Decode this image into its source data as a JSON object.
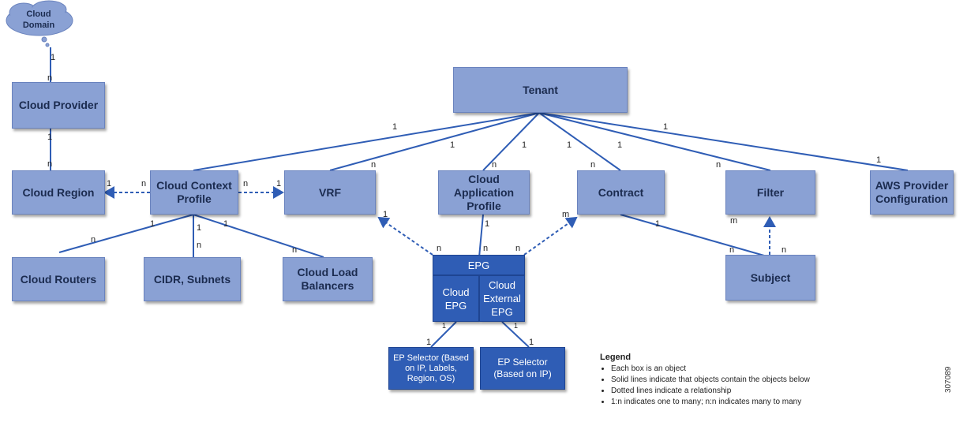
{
  "nodes": {
    "cloud_domain": "Cloud\nDomain",
    "cloud_provider": "Cloud Provider",
    "cloud_region": "Cloud Region",
    "tenant": "Tenant",
    "cloud_context_profile": "Cloud Context\nProfile",
    "vrf": "VRF",
    "cloud_application_profile": "Cloud\nApplication\nProfile",
    "contract": "Contract",
    "filter": "Filter",
    "aws_provider_configuration": "AWS Provider\nConfiguration",
    "cloud_routers": "Cloud Routers",
    "cidr_subnets": "CIDR, Subnets",
    "cloud_load_balancers": "Cloud Load\nBalancers",
    "epg": "EPG",
    "cloud_epg": "Cloud\nEPG",
    "cloud_external_epg": "Cloud\nExternal\nEPG",
    "subject": "Subject",
    "ep_selector_full": "EP Selector (Based\non IP, Labels,\nRegion, OS)",
    "ep_selector_ip": "EP Selector\n(Based on IP)"
  },
  "cardinality": {
    "one": "1",
    "n": "n",
    "m": "m"
  },
  "legend": {
    "title": "Legend",
    "items": [
      "Each box is an object",
      "Solid lines indicate that objects contain the objects below",
      "Dotted lines indicate a relationship",
      "1:n indicates one to many; n:n indicates many to many"
    ]
  },
  "figure_id": "307089",
  "colors": {
    "box": "#8aa1d4",
    "box_dark": "#2f5db5",
    "line": "#2f5db5"
  }
}
